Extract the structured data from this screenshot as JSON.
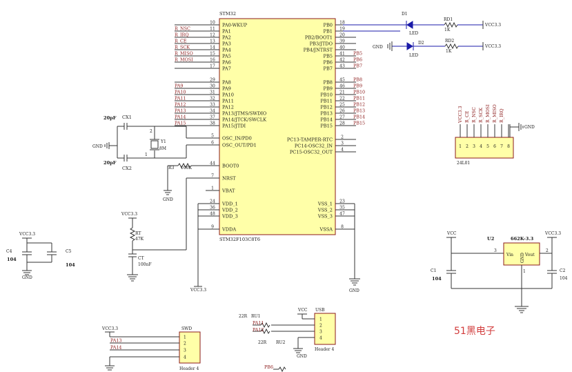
{
  "mcu": {
    "designator": "STM32",
    "part": "STM32F103C8T6",
    "left_pins": [
      {
        "num": "10",
        "name": "PA0-WKUP",
        "net": ""
      },
      {
        "num": "11",
        "name": "PA1",
        "net": "R_NSC"
      },
      {
        "num": "12",
        "name": "PA2",
        "net": "R_IRQ"
      },
      {
        "num": "13",
        "name": "PA3",
        "net": "R_CE"
      },
      {
        "num": "14",
        "name": "PA4",
        "net": "R_SCK"
      },
      {
        "num": "15",
        "name": "PA5",
        "net": "R_MISO"
      },
      {
        "num": "16",
        "name": "PA6",
        "net": "R_MOSI"
      },
      {
        "num": "17",
        "name": "PA7",
        "net": ""
      },
      {
        "num": "29",
        "name": "PA8",
        "net": ""
      },
      {
        "num": "30",
        "name": "PA9",
        "net": "PA9"
      },
      {
        "num": "31",
        "name": "PA10",
        "net": "PA10"
      },
      {
        "num": "32",
        "name": "PA11",
        "net": "PA11"
      },
      {
        "num": "33",
        "name": "PA12",
        "net": "PA12"
      },
      {
        "num": "34",
        "name": "PA13/JTMS/SWDIO",
        "net": "PA13"
      },
      {
        "num": "37",
        "name": "PA14/JTCK/SWCLK",
        "net": "PA14"
      },
      {
        "num": "38",
        "name": "PA15/JTDI",
        "net": "PA15"
      },
      {
        "num": "5",
        "name": "OSC_IN/PD0",
        "net": ""
      },
      {
        "num": "6",
        "name": "OSC_OUT/PD1",
        "net": ""
      },
      {
        "num": "44",
        "name": "BOOT0",
        "net": ""
      },
      {
        "num": "7",
        "name": "NRST",
        "net": ""
      },
      {
        "num": "1",
        "name": "VBAT",
        "net": ""
      },
      {
        "num": "24",
        "name": "VDD_1",
        "net": ""
      },
      {
        "num": "36",
        "name": "VDD_2",
        "net": ""
      },
      {
        "num": "48",
        "name": "VDD_3",
        "net": ""
      },
      {
        "num": "9",
        "name": "VDDA",
        "net": ""
      }
    ],
    "right_pins": [
      {
        "num": "18",
        "name": "PB0",
        "net": ""
      },
      {
        "num": "19",
        "name": "PB1",
        "net": ""
      },
      {
        "num": "20",
        "name": "PB2/BOOT1",
        "net": ""
      },
      {
        "num": "39",
        "name": "PB3/JTDO",
        "net": ""
      },
      {
        "num": "40",
        "name": "PB4/JNTRST",
        "net": ""
      },
      {
        "num": "41",
        "name": "PB5",
        "net": "PB5"
      },
      {
        "num": "42",
        "name": "PB6",
        "net": "PB6"
      },
      {
        "num": "43",
        "name": "PB7",
        "net": "PB7"
      },
      {
        "num": "45",
        "name": "PB8",
        "net": "PB8"
      },
      {
        "num": "46",
        "name": "PB9",
        "net": "PB9"
      },
      {
        "num": "21",
        "name": "PB10",
        "net": "PB10"
      },
      {
        "num": "22",
        "name": "PB11",
        "net": "PB11"
      },
      {
        "num": "25",
        "name": "PB12",
        "net": "PB12"
      },
      {
        "num": "26",
        "name": "PB13",
        "net": "PB13"
      },
      {
        "num": "27",
        "name": "PB14",
        "net": "PB14"
      },
      {
        "num": "28",
        "name": "PB15",
        "net": "PB15"
      },
      {
        "num": "2",
        "name": "PC13-TAMPER-RTC",
        "net": ""
      },
      {
        "num": "3",
        "name": "PC14-OSC32_IN",
        "net": ""
      },
      {
        "num": "4",
        "name": "PC15-OSC32_OUT",
        "net": ""
      },
      {
        "num": "23",
        "name": "VSS_1",
        "net": ""
      },
      {
        "num": "35",
        "name": "VSS_2",
        "net": ""
      },
      {
        "num": "47",
        "name": "VSS_3",
        "net": ""
      },
      {
        "num": "8",
        "name": "VSSA",
        "net": ""
      }
    ]
  },
  "crystal": {
    "cx1_value": "20pF",
    "cx1": "CX1",
    "cx2_value": "20pF",
    "cx2": "CX2",
    "y1": "Y1",
    "y1_value": "8M",
    "pin1": "1",
    "pin2": "2",
    "gnd": "GND"
  },
  "boot": {
    "r3": "R3",
    "r3_value": "100K",
    "gnd": "GND"
  },
  "reset": {
    "vcc": "VCC3.3",
    "rt": "RT",
    "rt_value": "47K",
    "ct": "CT",
    "ct_value": "100nF"
  },
  "vdd_net": "VCC3.3",
  "vss_net": "GND",
  "decoupling": {
    "vcc": "VCC3.3",
    "c4": "C4",
    "c4_value": "104",
    "c5": "C5",
    "c5_value": "104",
    "gnd": "GND"
  },
  "leds": {
    "d1": "D1",
    "d1_type": "LED",
    "rd1": "RD1",
    "rd1_value": "1K",
    "vcc1": "VCC3.3",
    "d2": "D2",
    "d2_type": "LED",
    "rd2": "RD2",
    "rd2_value": "1K",
    "vcc2": "VCC3.3",
    "gnd": "GND"
  },
  "radio": {
    "header": "24L01",
    "pins": [
      {
        "num": "1",
        "net": "VCC3.3"
      },
      {
        "num": "2",
        "net": "R_CE"
      },
      {
        "num": "3",
        "net": "R_NSC"
      },
      {
        "num": "4",
        "net": "R_SCK"
      },
      {
        "num": "5",
        "net": "R_MOSI"
      },
      {
        "num": "6",
        "net": "R_MISO"
      },
      {
        "num": "7",
        "net": "R_IRQ"
      },
      {
        "num": "8",
        "net": ""
      }
    ],
    "gnd": "GND"
  },
  "regulator": {
    "designator": "U2",
    "part": "662K-3.3",
    "vin": "Vin",
    "vout": "Vout",
    "gnd_pin": "GND",
    "pin1": "1",
    "pin2": "2",
    "pin3": "3",
    "vcc_in": "VCC",
    "vcc_out": "VCC3.3",
    "c1": "C1",
    "c1_value": "104",
    "c2": "C2",
    "c2_value": "104"
  },
  "swd": {
    "title": "SWD",
    "footer": "Header 4",
    "vcc": "VCC3.3",
    "nets": [
      "",
      "PA13",
      "PA14",
      ""
    ],
    "pins": [
      "1",
      "2",
      "3",
      "4"
    ]
  },
  "usb": {
    "title": "USB",
    "footer": "Header 4",
    "vcc": "VCC",
    "gnd": "GND",
    "ru1": "RU1",
    "ru1_value": "22R",
    "ru2": "RU2",
    "ru2_value": "22R",
    "net_a": "PA11",
    "net_b": "PA12",
    "pb6": "PB6",
    "pins": [
      "1",
      "2",
      "3",
      "4"
    ]
  },
  "brand": "51黑电子"
}
